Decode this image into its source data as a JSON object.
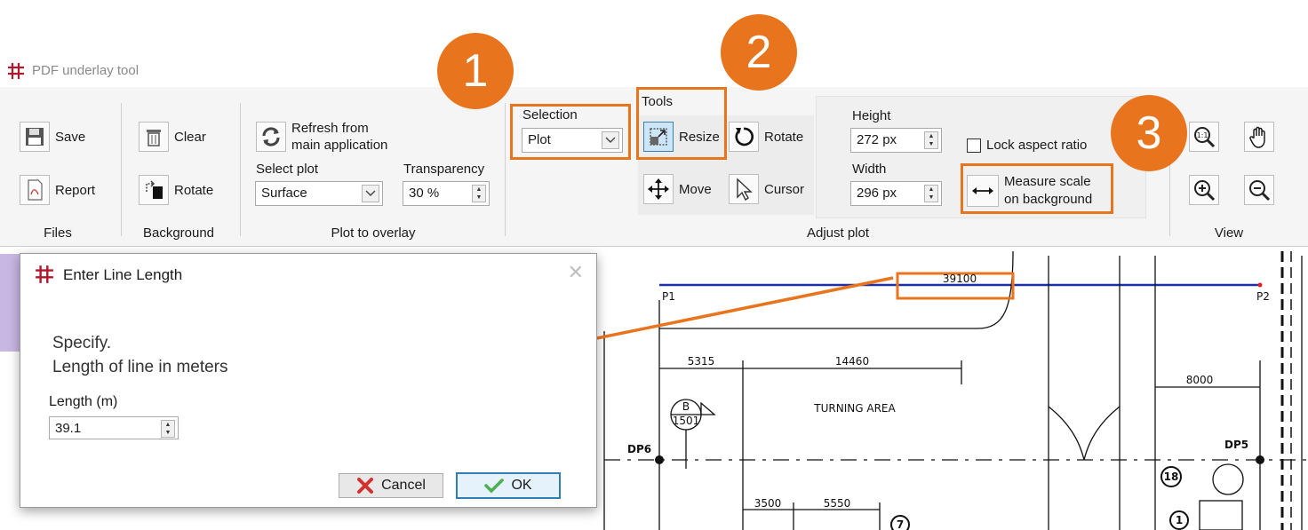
{
  "window": {
    "title": "PDF underlay tool"
  },
  "ribbon": {
    "files": {
      "save": "Save",
      "report": "Report",
      "label": "Files"
    },
    "background": {
      "clear": "Clear",
      "rotate": "Rotate",
      "label": "Background"
    },
    "plot_to_overlay": {
      "refresh_line1": "Refresh from",
      "refresh_line2": "main application",
      "select_plot_label": "Select plot",
      "select_plot_value": "Surface",
      "transparency_label": "Transparency",
      "transparency_value": "30 %",
      "label": "Plot to overlay"
    },
    "adjust_plot": {
      "selection_label": "Selection",
      "selection_value": "Plot",
      "tools_label": "Tools",
      "resize": "Resize",
      "rotate": "Rotate",
      "move": "Move",
      "cursor": "Cursor",
      "height_label": "Height",
      "height_value": "272 px",
      "width_label": "Width",
      "width_value": "296 px",
      "lock_aspect": "Lock aspect ratio",
      "lock_aspect_checked": false,
      "measure_line1": "Measure scale",
      "measure_line2": "on background",
      "label": "Adjust plot"
    },
    "view": {
      "label": "View"
    }
  },
  "callouts": [
    "1",
    "2",
    "3"
  ],
  "drawing": {
    "measured_length": "39100",
    "p1": "P1",
    "p2": "P2",
    "dims": [
      "5315",
      "14460",
      "8000",
      "3500",
      "5550"
    ],
    "turning_area": "TURNING AREA",
    "dp6": "DP6",
    "dp5": "DP5",
    "tag_b": "B",
    "tag_b_num": "1501",
    "circle_18": "18",
    "circle_7": "7",
    "circle_1": "1"
  },
  "dialog": {
    "title": "Enter Line Length",
    "message_line1": "Specify.",
    "message_line2": "Length of line in meters",
    "length_label": "Length (m)",
    "length_value": "39.1",
    "cancel": "Cancel",
    "ok": "OK"
  },
  "colors": {
    "accent": "#e8741e",
    "measure_line": "#1a2fa8",
    "ok_border": "#2f7fb5"
  }
}
